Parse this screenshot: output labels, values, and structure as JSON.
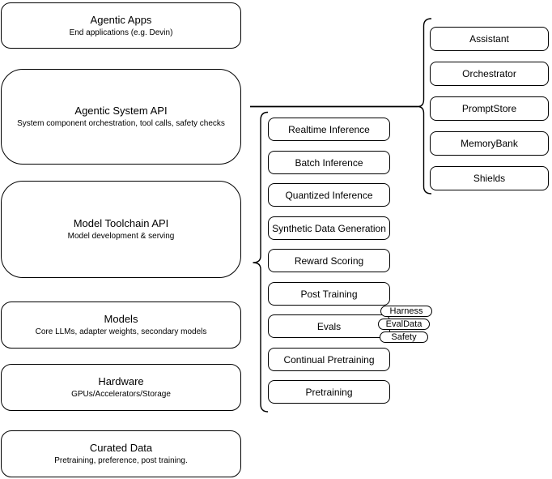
{
  "diagram": {
    "left_column": {
      "boxes": [
        {
          "title": "Agentic Apps",
          "subtitle": "End applications (e.g. Devin)"
        },
        {
          "title": "Agentic System API",
          "subtitle": "System component orchestration, tool calls, safety checks"
        },
        {
          "title": "Model Toolchain API",
          "subtitle": "Model development & serving"
        },
        {
          "title": "Models",
          "subtitle": "Core LLMs, adapter weights, secondary models"
        },
        {
          "title": "Hardware",
          "subtitle": "GPUs/Accelerators/Storage"
        },
        {
          "title": "Curated Data",
          "subtitle": "Pretraining, preference, post training."
        }
      ]
    },
    "toolchain_capabilities": {
      "items": [
        "Realtime Inference",
        "Batch Inference",
        "Quantized Inference",
        "Synthetic Data Generation",
        "Reward Scoring",
        "Post Training",
        "Evals",
        "Continual Pretraining",
        "Pretraining"
      ]
    },
    "evals_tags": [
      "Harness",
      "EvalData",
      "Safety"
    ],
    "system_components": {
      "items": [
        "Assistant",
        "Orchestrator",
        "PromptStore",
        "MemoryBank",
        "Shields"
      ]
    },
    "colors": {
      "stroke": "#000000",
      "background": "#ffffff",
      "box_fill": "#ffffff"
    }
  }
}
